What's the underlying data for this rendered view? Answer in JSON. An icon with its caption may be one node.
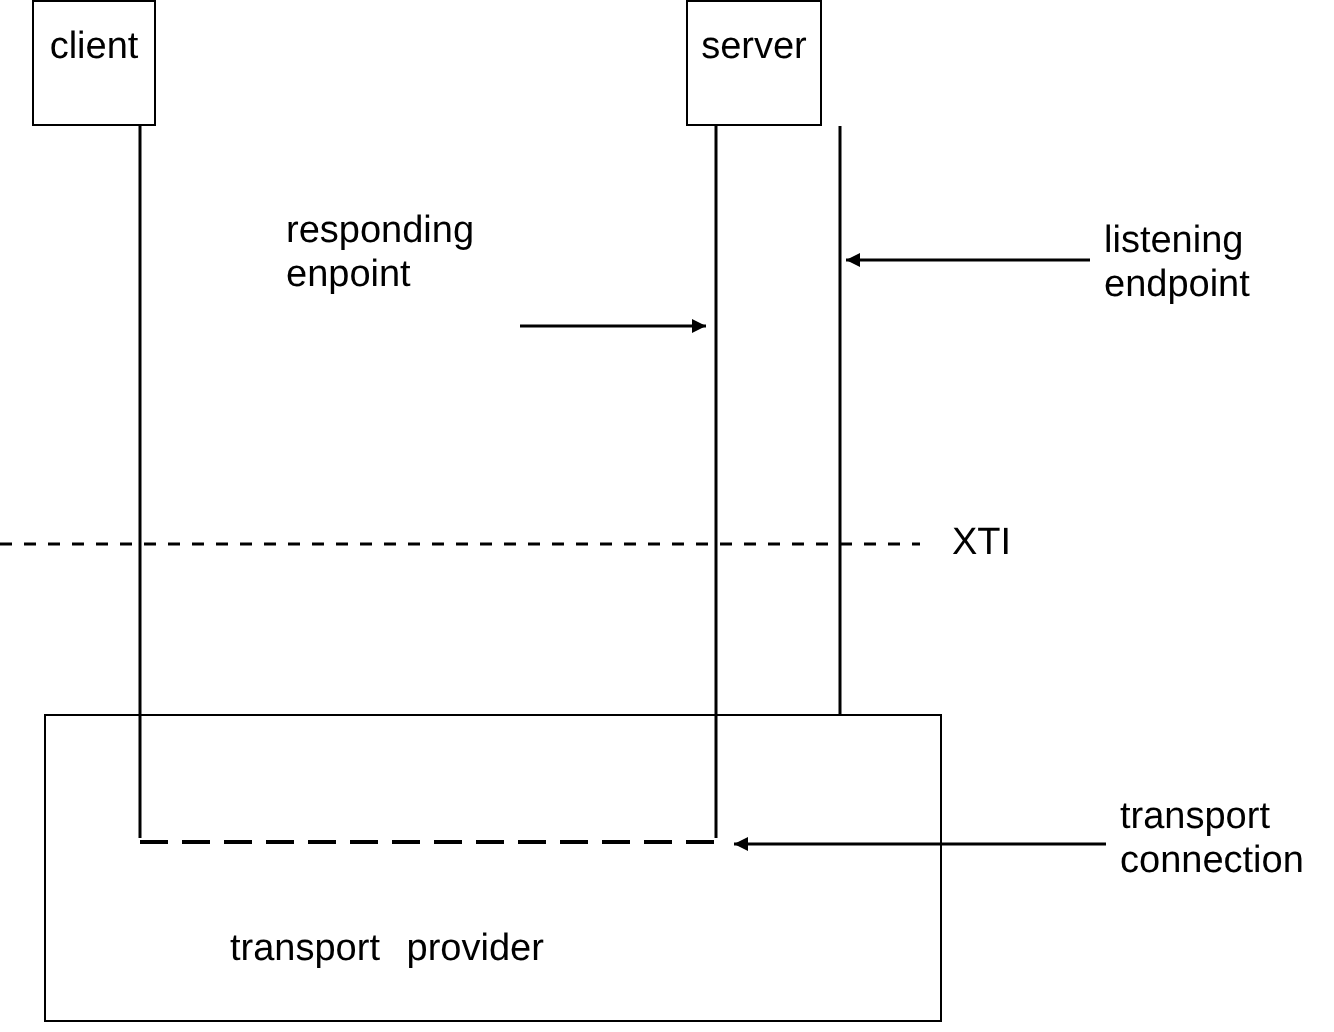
{
  "diagram": {
    "nodes": [
      {
        "text": [
          "client"
        ]
      },
      {
        "text": [
          "server"
        ]
      },
      {
        "text": [
          "listening endpoint"
        ]
      },
      {
        "text": [
          "responding enpoint"
        ]
      },
      {
        "text": [
          "transport connection"
        ]
      },
      {
        "text": [
          "transport provider"
        ]
      },
      {
        "text": [],
        "shape": "line",
        "in": 5
      }
    ],
    "edges": [
      {
        "from": 0,
        "to": 6,
        "arrow": "none"
      },
      {
        "from": 6,
        "to": 1,
        "arrow": "none"
      },
      {
        "from": 1,
        "to": 5,
        "arrow": "none"
      },
      {
        "from": 2,
        "to": null,
        "arrow": "to"
      },
      {
        "from": 3,
        "to": null,
        "arrow": "to"
      },
      {
        "from": 4,
        "to": 6,
        "arrow": "to"
      }
    ],
    "labels": [
      "XTI"
    ]
  }
}
